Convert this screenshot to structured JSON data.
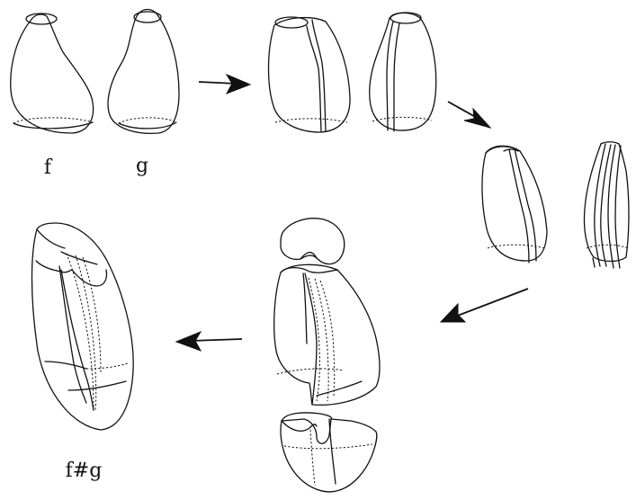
{
  "labels": {
    "f": "f",
    "g": "g",
    "connected_sum": "f#g"
  }
}
